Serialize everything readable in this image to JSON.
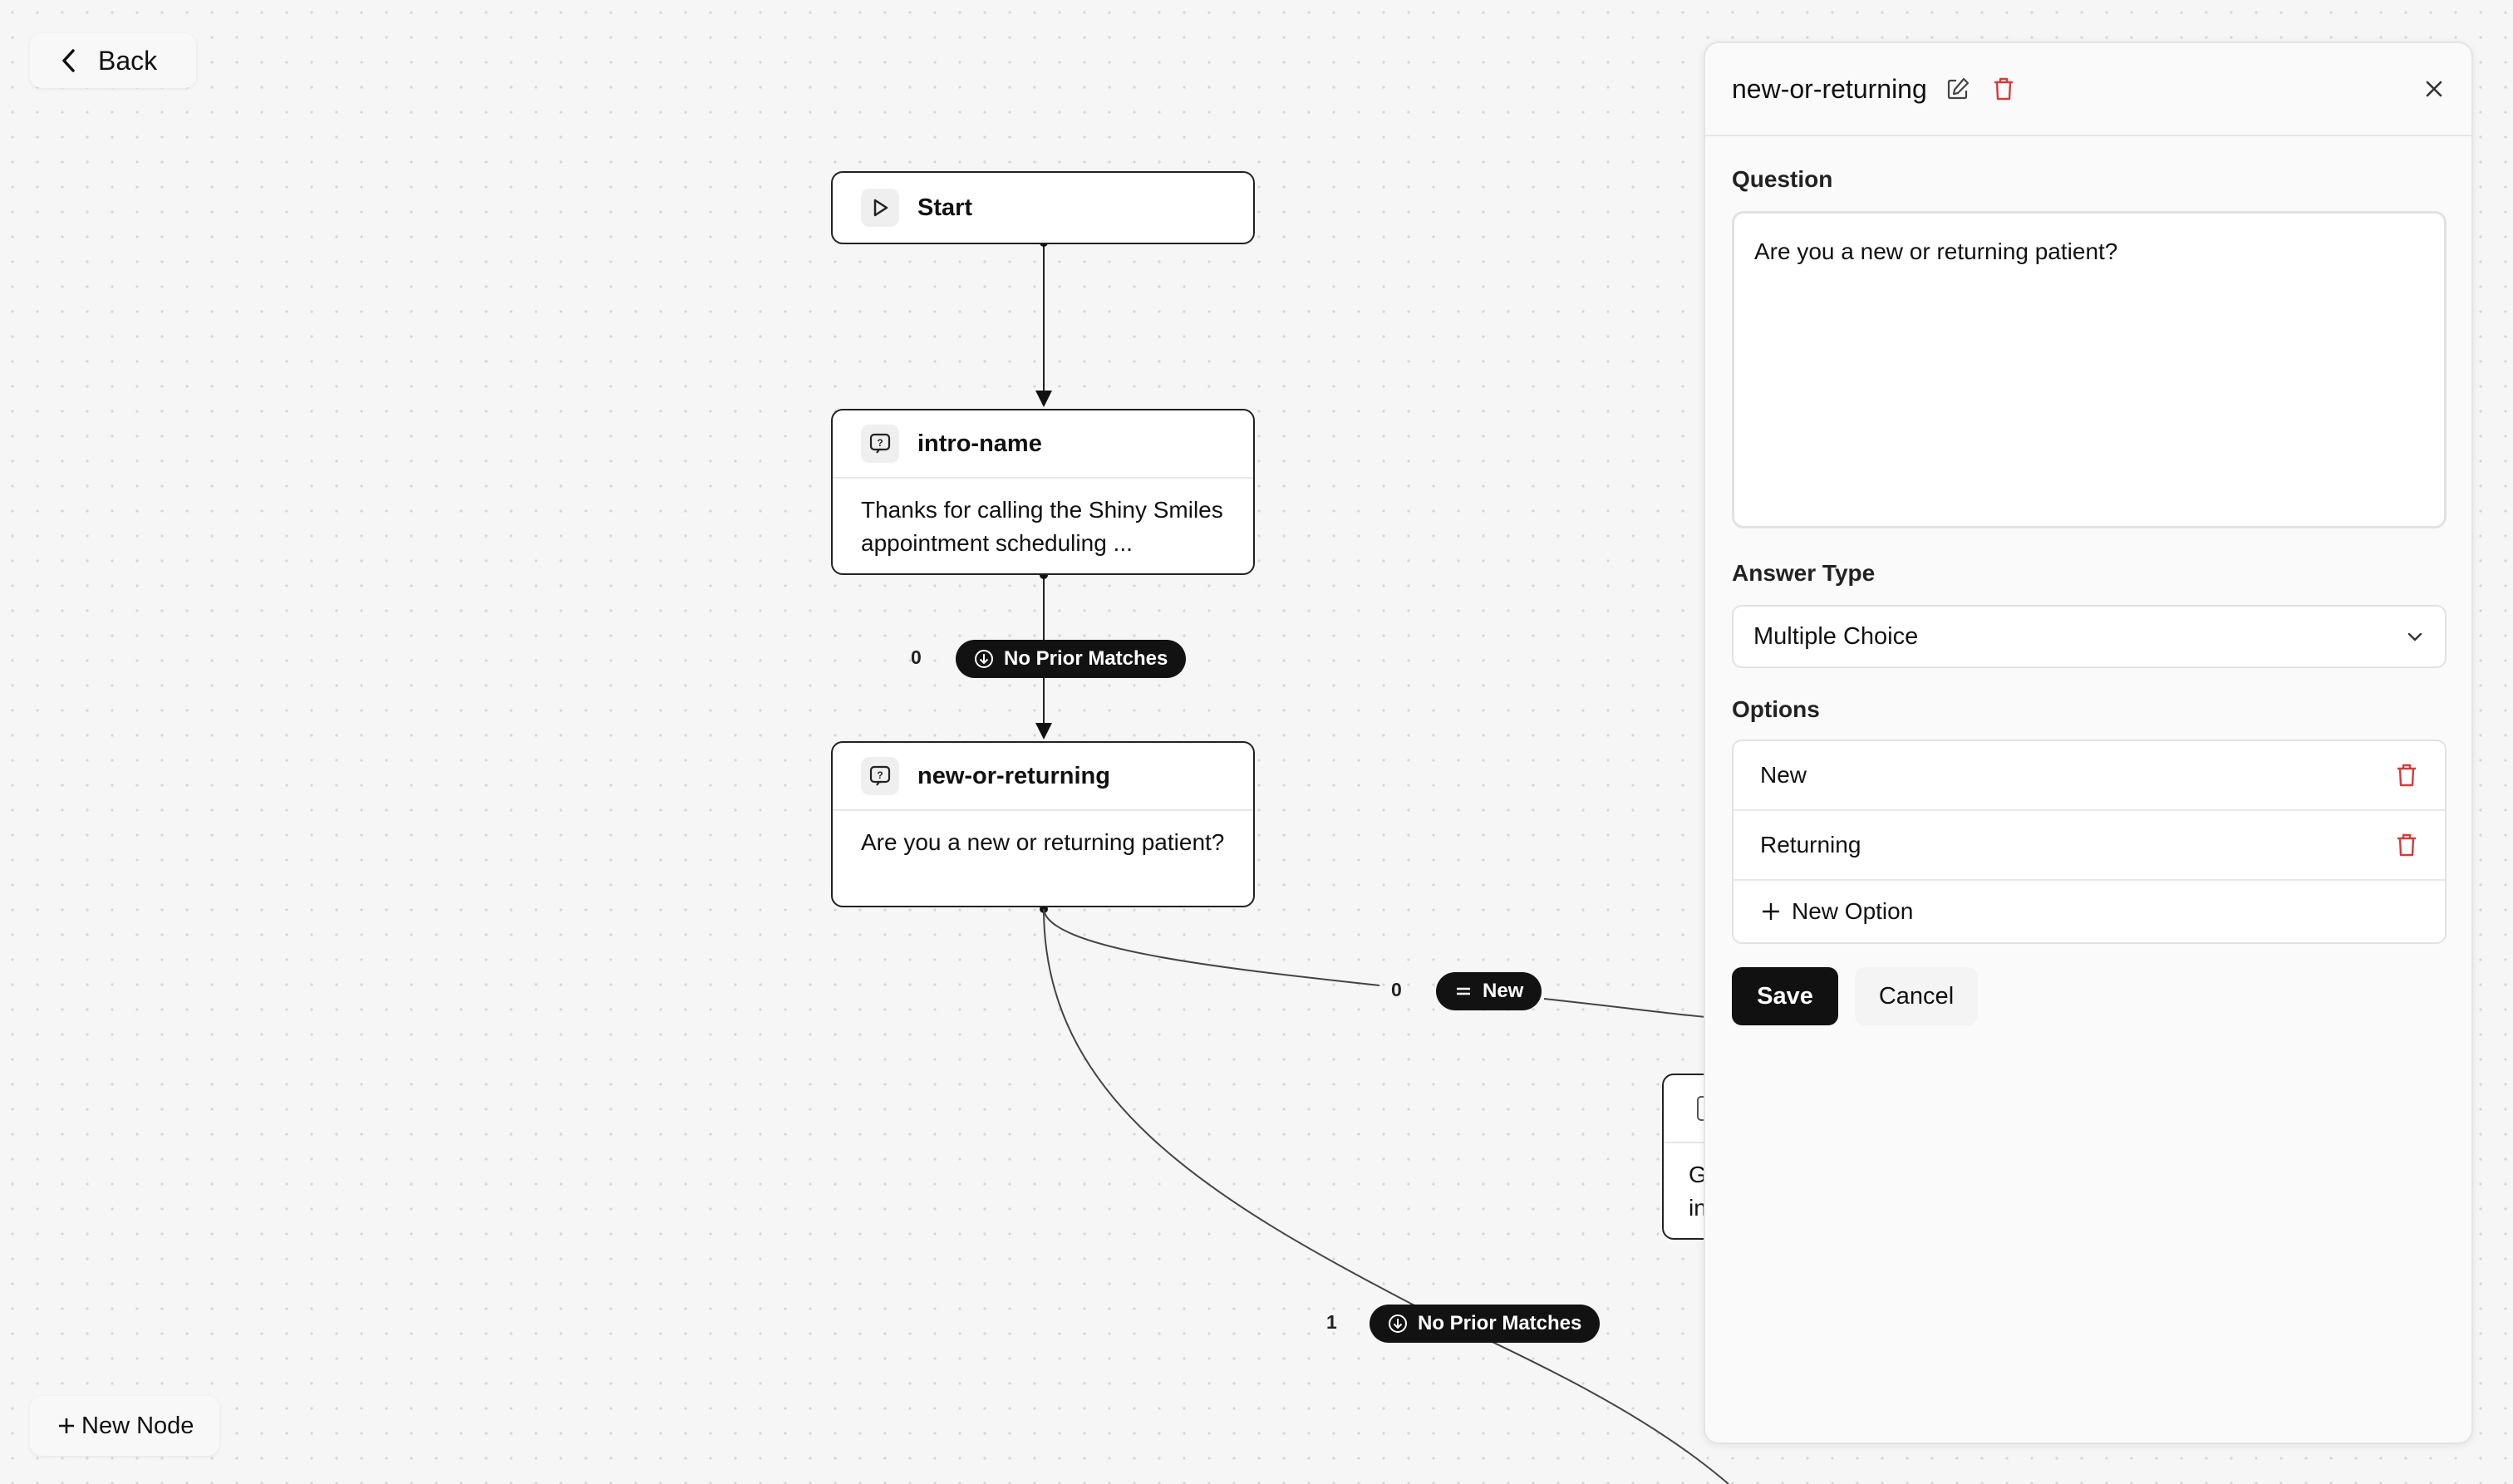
{
  "toolbar": {
    "back_label": "Back",
    "new_node_label": "New Node"
  },
  "nodes": [
    {
      "title": "Start",
      "icon": "play-icon"
    },
    {
      "title": "intro-name",
      "icon": "question-icon",
      "body": "Thanks for calling the Shiny Smiles appointment scheduling ..."
    },
    {
      "title": "new-or-returning",
      "icon": "question-icon",
      "body": "Are you a new or returning patient?"
    }
  ],
  "partial_node": {
    "line1": "G",
    "line2": "in"
  },
  "edges": [
    {
      "index": "0",
      "label": "No Prior Matches",
      "icon": "arrow-down-circle-icon"
    },
    {
      "index": "0",
      "label": "New",
      "icon": "equals-icon"
    },
    {
      "index": "1",
      "label": "No Prior Matches",
      "icon": "arrow-down-circle-icon"
    }
  ],
  "panel": {
    "title": "new-or-returning",
    "question_label": "Question",
    "question_value": "Are you a new or returning patient?",
    "answer_type_label": "Answer Type",
    "answer_type_value": "Multiple Choice",
    "options_label": "Options",
    "options": [
      "New",
      "Returning"
    ],
    "new_option_label": "New Option",
    "save_label": "Save",
    "cancel_label": "Cancel"
  },
  "colors": {
    "accent_dark": "#111111",
    "danger": "#d43b3b",
    "canvas_bg": "#f6f6f6"
  }
}
